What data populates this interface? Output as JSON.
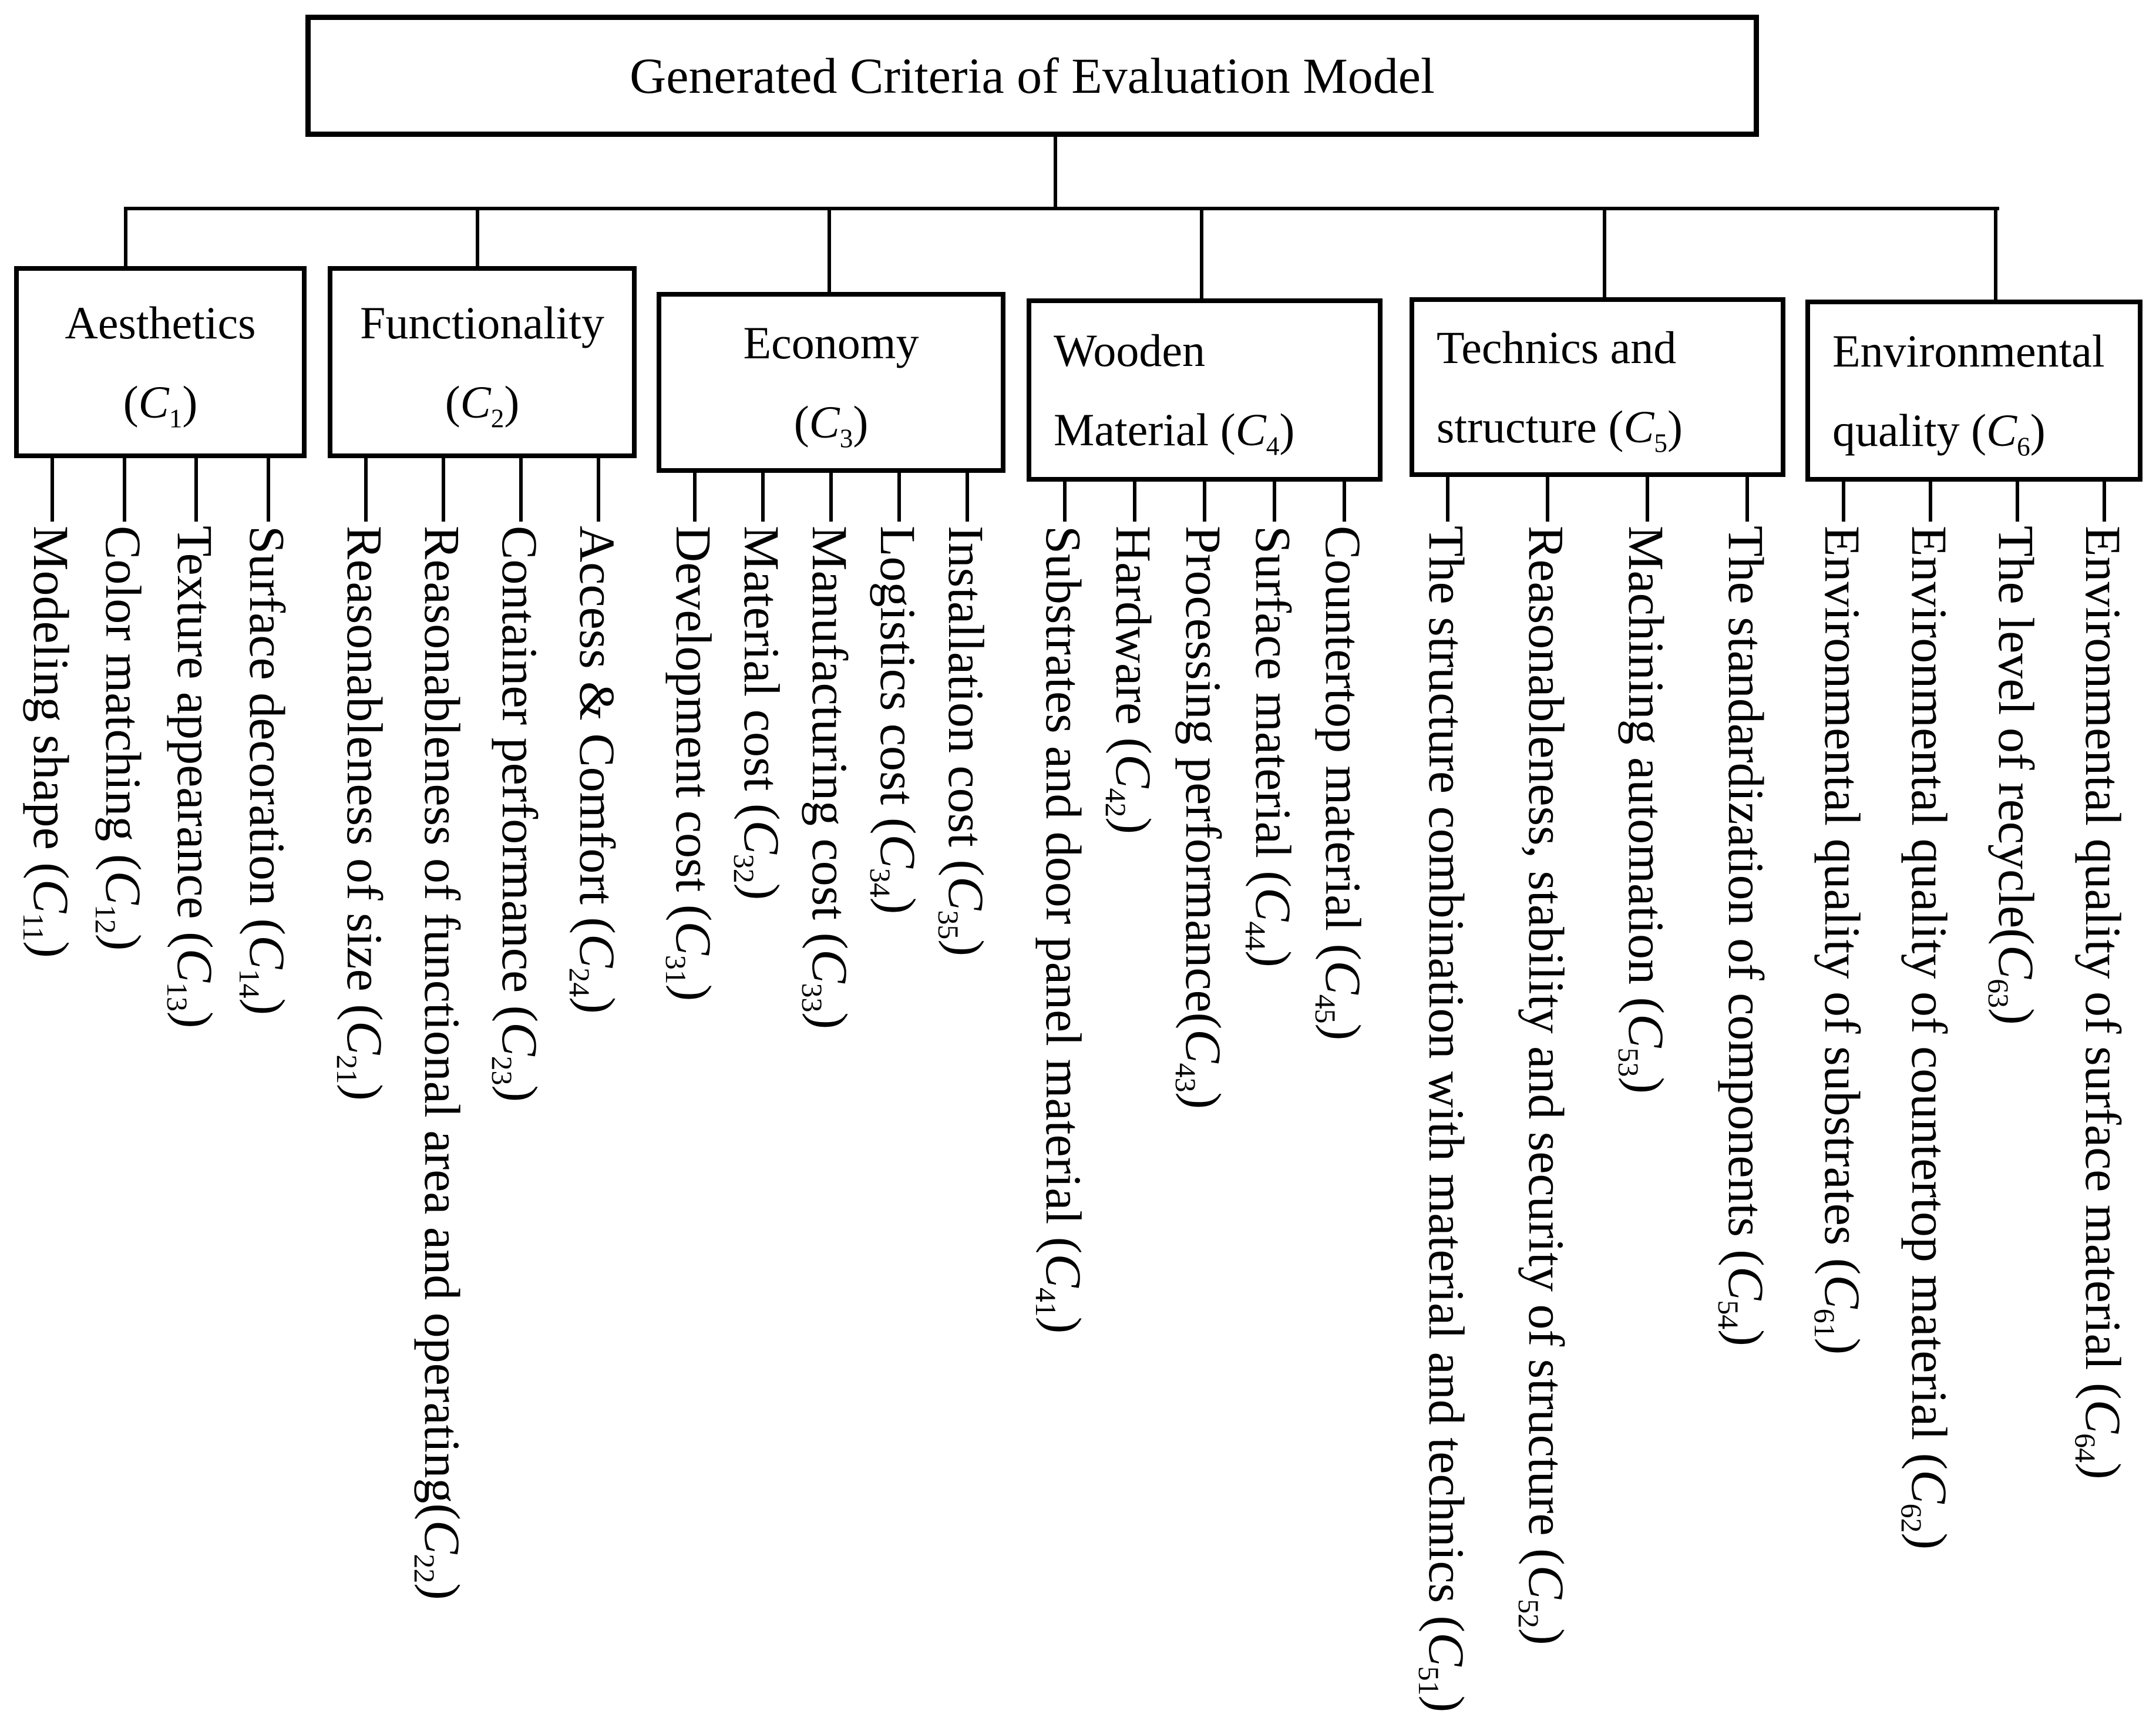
{
  "colors": {
    "background": "#ffffff",
    "line": "#000000",
    "text": "#000000"
  },
  "diagram": {
    "title": {
      "segments": [
        {
          "t": "Generated Criteria of Evaluation Model"
        }
      ]
    },
    "categories": [
      {
        "key": "c1",
        "lines": [
          [
            {
              "t": "Aesthetics"
            }
          ],
          [
            {
              "t": "("
            },
            {
              "i": "C"
            },
            {
              "s": "1"
            },
            {
              "t": ")"
            }
          ]
        ],
        "leaves": [
          {
            "key": "c11",
            "segments": [
              {
                "t": "Modeling shape ("
              },
              {
                "i": "C"
              },
              {
                "s": "11"
              },
              {
                "t": ")"
              }
            ]
          },
          {
            "key": "c12",
            "segments": [
              {
                "t": "Color matching ("
              },
              {
                "i": "C"
              },
              {
                "s": "12"
              },
              {
                "t": ")"
              }
            ]
          },
          {
            "key": "c13",
            "segments": [
              {
                "t": "Texture appearance ("
              },
              {
                "i": "C"
              },
              {
                "s": "13"
              },
              {
                "t": ")"
              }
            ]
          },
          {
            "key": "c14",
            "segments": [
              {
                "t": "Surface decoration ("
              },
              {
                "i": "C"
              },
              {
                "s": "14"
              },
              {
                "t": ")"
              }
            ]
          }
        ]
      },
      {
        "key": "c2",
        "lines": [
          [
            {
              "t": "Functionality"
            }
          ],
          [
            {
              "t": "("
            },
            {
              "i": "C"
            },
            {
              "s": "2"
            },
            {
              "t": ")"
            }
          ]
        ],
        "leaves": [
          {
            "key": "c21",
            "segments": [
              {
                "t": "Reasonableness of size ("
              },
              {
                "i": "C"
              },
              {
                "s": "21"
              },
              {
                "t": ")"
              }
            ]
          },
          {
            "key": "c22",
            "segments": [
              {
                "t": "Reasonableness of functional area and operating("
              },
              {
                "i": "C"
              },
              {
                "s": "22"
              },
              {
                "t": ")"
              }
            ]
          },
          {
            "key": "c23",
            "segments": [
              {
                "t": "Container performance ("
              },
              {
                "i": "C"
              },
              {
                "s": "23"
              },
              {
                "t": ")"
              }
            ]
          },
          {
            "key": "c24",
            "segments": [
              {
                "t": "Access & Comfort ("
              },
              {
                "i": "C"
              },
              {
                "s": "24"
              },
              {
                "t": ")"
              }
            ]
          }
        ]
      },
      {
        "key": "c3",
        "lines": [
          [
            {
              "t": "Economy"
            }
          ],
          [
            {
              "t": "("
            },
            {
              "i": "C"
            },
            {
              "s": "3"
            },
            {
              "t": ")"
            }
          ]
        ],
        "leaves": [
          {
            "key": "c31",
            "segments": [
              {
                "t": "Development cost ("
              },
              {
                "i": "C"
              },
              {
                "s": "31"
              },
              {
                "t": ")"
              }
            ]
          },
          {
            "key": "c32",
            "segments": [
              {
                "t": "Material cost ("
              },
              {
                "i": "C"
              },
              {
                "s": "32"
              },
              {
                "t": ")"
              }
            ]
          },
          {
            "key": "c33",
            "segments": [
              {
                "t": "Manufacturing cost ("
              },
              {
                "i": "C"
              },
              {
                "s": "33"
              },
              {
                "t": ")"
              }
            ]
          },
          {
            "key": "c34",
            "segments": [
              {
                "t": "Logistics cost ("
              },
              {
                "i": "C"
              },
              {
                "s": "34"
              },
              {
                "t": ")"
              }
            ]
          },
          {
            "key": "c35",
            "segments": [
              {
                "t": "Installation cost ("
              },
              {
                "i": "C"
              },
              {
                "s": "35"
              },
              {
                "t": ")"
              }
            ]
          }
        ]
      },
      {
        "key": "c4",
        "lines": [
          [
            {
              "t": "Wooden"
            }
          ],
          [
            {
              "t": "Material ("
            },
            {
              "i": "C"
            },
            {
              "s": "4"
            },
            {
              "t": ")"
            }
          ]
        ],
        "leaves": [
          {
            "key": "c41",
            "segments": [
              {
                "t": "Substrates and door panel material ("
              },
              {
                "i": "C"
              },
              {
                "s": "41"
              },
              {
                "t": ")"
              }
            ]
          },
          {
            "key": "c42",
            "segments": [
              {
                "t": "Hardware ("
              },
              {
                "i": "C"
              },
              {
                "s": "42"
              },
              {
                "t": ")"
              }
            ]
          },
          {
            "key": "c43",
            "segments": [
              {
                "t": "Processing performance("
              },
              {
                "i": "C"
              },
              {
                "s": "43"
              },
              {
                "t": ")"
              }
            ]
          },
          {
            "key": "c44",
            "segments": [
              {
                "t": "Surface material ("
              },
              {
                "i": "C"
              },
              {
                "s": "44"
              },
              {
                "t": ")"
              }
            ]
          },
          {
            "key": "c45",
            "segments": [
              {
                "t": "Countertop material ("
              },
              {
                "i": "C"
              },
              {
                "s": "45"
              },
              {
                "t": ")"
              }
            ]
          }
        ]
      },
      {
        "key": "c5",
        "lines": [
          [
            {
              "t": "Technics and"
            }
          ],
          [
            {
              "t": "structure ("
            },
            {
              "i": "C"
            },
            {
              "s": "5"
            },
            {
              "t": ")"
            }
          ]
        ],
        "leaves": [
          {
            "key": "c51",
            "segments": [
              {
                "t": "The structure combination with material and technics ("
              },
              {
                "i": "C"
              },
              {
                "s": "51"
              },
              {
                "t": ")"
              }
            ]
          },
          {
            "key": "c52",
            "segments": [
              {
                "t": "Reasonableness, stability and security of structure ("
              },
              {
                "i": "C"
              },
              {
                "s": "52"
              },
              {
                "t": ")"
              }
            ]
          },
          {
            "key": "c53",
            "segments": [
              {
                "t": "Machining automation ("
              },
              {
                "i": "C"
              },
              {
                "s": "53"
              },
              {
                "t": ")"
              }
            ]
          },
          {
            "key": "c54",
            "segments": [
              {
                "t": "The standardization of components ("
              },
              {
                "i": "C"
              },
              {
                "s": "54"
              },
              {
                "t": ")"
              }
            ]
          }
        ]
      },
      {
        "key": "c6",
        "lines": [
          [
            {
              "t": "Environmental"
            }
          ],
          [
            {
              "t": "quality ("
            },
            {
              "i": "C"
            },
            {
              "s": "6"
            },
            {
              "t": ")"
            }
          ]
        ],
        "leaves": [
          {
            "key": "c61",
            "segments": [
              {
                "t": "Environmental quality of substrates ("
              },
              {
                "i": "C"
              },
              {
                "s": "61"
              },
              {
                "t": ")"
              }
            ]
          },
          {
            "key": "c62",
            "segments": [
              {
                "t": "Environmental quality of countertop material ("
              },
              {
                "i": "C"
              },
              {
                "s": "62"
              },
              {
                "t": ")"
              }
            ]
          },
          {
            "key": "c63",
            "segments": [
              {
                "t": "The level of recycle("
              },
              {
                "i": "C"
              },
              {
                "s": "63"
              },
              {
                "t": ")"
              }
            ]
          },
          {
            "key": "c64",
            "segments": [
              {
                "t": "Environmental quality of surface material ("
              },
              {
                "i": "C"
              },
              {
                "s": "64"
              },
              {
                "t": ")"
              }
            ]
          }
        ]
      }
    ]
  }
}
